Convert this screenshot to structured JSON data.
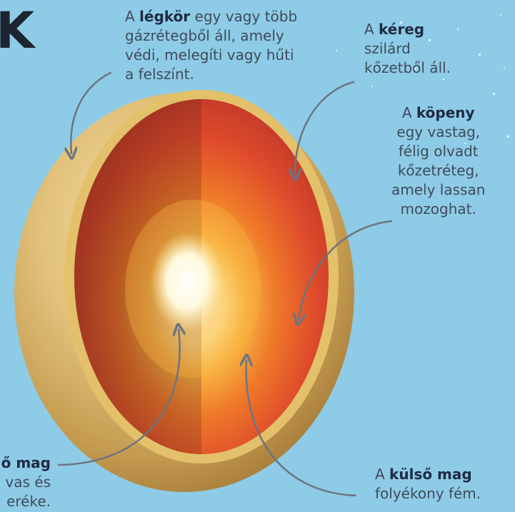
{
  "heading_fragment": "K",
  "atmosphere": {
    "pre": "A ",
    "bold": "légkör",
    "post": " egy vagy több",
    "line2": "gázrétegből áll, amely",
    "line3": "védi, melegíti vagy hűti",
    "line4": "a felszínt."
  },
  "crust": {
    "pre": "A ",
    "bold": "kéreg",
    "line2": "szilárd",
    "line3": "kőzetből áll."
  },
  "mantle": {
    "pre": "A ",
    "bold": "köpeny",
    "line2": "egy vastag,",
    "line3": "félig olvadt",
    "line4": "kőzetréteg,",
    "line5": "amely lassan",
    "line6": "mozoghat."
  },
  "inner_core": {
    "bold": "ő mag",
    "line2": "vas és",
    "line3": "eréke."
  },
  "outer_core": {
    "pre": "A ",
    "bold": "külső mag",
    "line2": "folyékony fém."
  },
  "colors": {
    "background": "#8ecbe6",
    "arrow": "#6d7480",
    "crust": "#d9b56a",
    "mantle": "#e0552e",
    "outer_core": "#f08a2a",
    "inner_core": "#fffbe8"
  }
}
